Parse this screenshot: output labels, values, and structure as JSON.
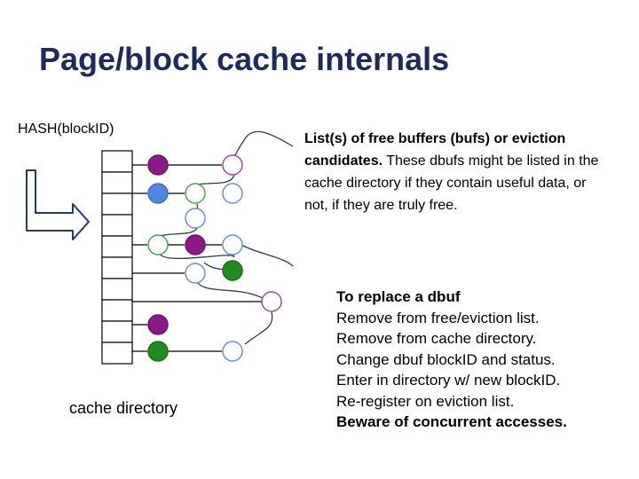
{
  "title": "Page/block cache internals",
  "hash_label": "HASH(blockID)",
  "cache_directory_label": "cache directory",
  "free_list_text": {
    "bold_part": "List(s) of free buffers (bufs) or eviction candidates.",
    "rest": "  These dbufs might be listed in the cache directory if they contain useful data, or not, if they are truly free."
  },
  "replace": {
    "heading": "To replace a dbuf",
    "steps": [
      "Remove from free/eviction list.",
      "Remove from cache directory.",
      "Change dbuf blockID and status.",
      "Enter in directory w/ new blockID.",
      "Re-register on eviction list."
    ],
    "warning": "Beware of concurrent accesses."
  },
  "colors": {
    "title": "#1f2a5c",
    "purple": "#8b1a89",
    "blue": "#4f86e0",
    "green": "#1e8c1e",
    "outline_blue": "#6a91c8",
    "outline_green": "#4aa24a",
    "outline_purple": "#9a4a98",
    "link": "#2d3b57",
    "arrow": "#1f3a6e"
  }
}
